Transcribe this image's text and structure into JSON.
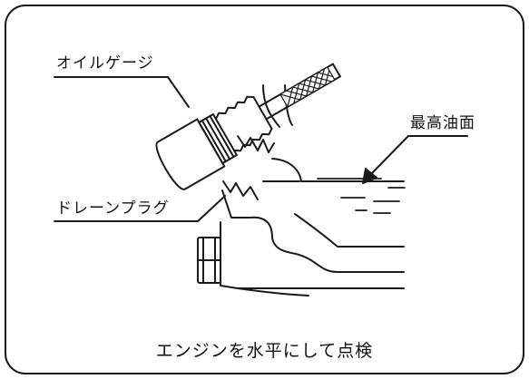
{
  "labels": {
    "oil_gauge": "オイルゲージ",
    "max_oil_level": "最高油面",
    "drain_plug": "ドレーンプラグ"
  },
  "caption": "エンジンを水平にして点検"
}
